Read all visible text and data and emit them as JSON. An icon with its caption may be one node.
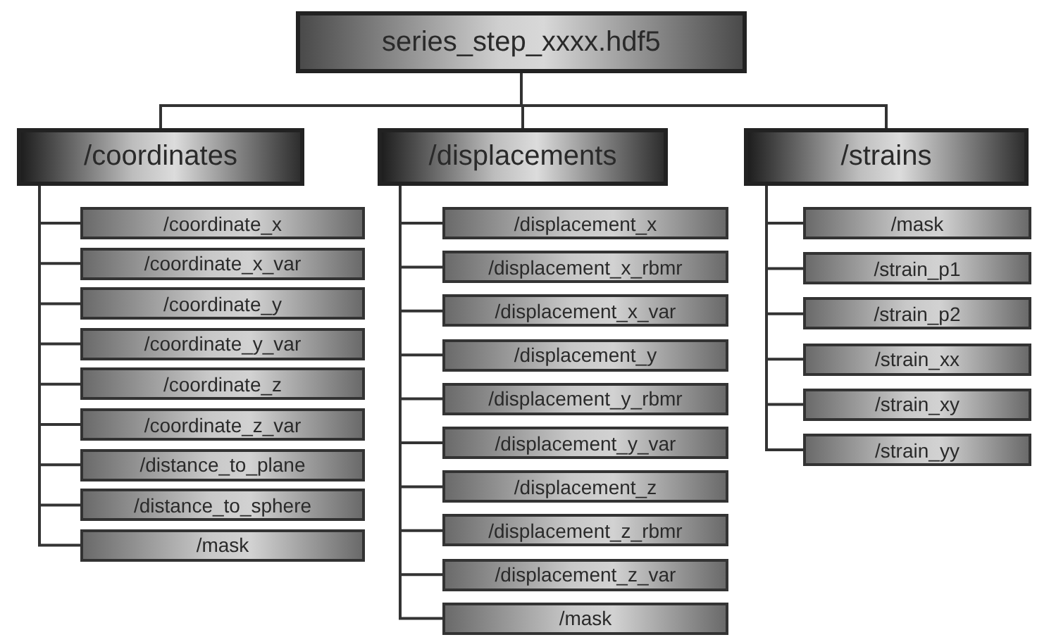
{
  "diagram": {
    "nodes": [
      {
        "text": [
          "series_step_xxxx.hdf5"
        ]
      },
      {
        "text": [
          "/coordinates"
        ]
      },
      {
        "text": [
          "/coordinate_x"
        ]
      },
      {
        "text": [
          "/coordinate_x_var"
        ]
      },
      {
        "text": [
          "/coordinate_y"
        ]
      },
      {
        "text": [
          "/coordinate_y_var"
        ]
      },
      {
        "text": [
          "/coordinate_z"
        ]
      },
      {
        "text": [
          "/coordinate_z_var"
        ]
      },
      {
        "text": [
          "/distance_to_plane"
        ]
      },
      {
        "text": [
          "/distance_to_sphere"
        ]
      },
      {
        "text": [
          "/mask"
        ]
      },
      {
        "text": [
          "/displacements"
        ]
      },
      {
        "text": [
          "/displacement_x"
        ]
      },
      {
        "text": [
          "/displacement_x_rbmr"
        ]
      },
      {
        "text": [
          "/displacement_x_var"
        ]
      },
      {
        "text": [
          "/displacement_y"
        ]
      },
      {
        "text": [
          "/displacement_y_rbmr"
        ]
      },
      {
        "text": [
          "/displacement_y_var"
        ]
      },
      {
        "text": [
          "/displacement_z"
        ]
      },
      {
        "text": [
          "/displacement_z_rbmr"
        ]
      },
      {
        "text": [
          "/displacement_z_var"
        ]
      },
      {
        "text": [
          "/mask"
        ]
      },
      {
        "text": [
          "/strains"
        ]
      },
      {
        "text": [
          "/mask"
        ]
      },
      {
        "text": [
          "/strain_p1"
        ]
      },
      {
        "text": [
          "/strain_p2"
        ]
      },
      {
        "text": [
          "/strain_xx"
        ]
      },
      {
        "text": [
          "/strain_xy"
        ]
      },
      {
        "text": [
          "/strain_yy"
        ]
      }
    ],
    "edges": [
      {
        "from": 0,
        "to": 1,
        "arrow": "none"
      },
      {
        "from": 0,
        "to": 11,
        "arrow": "none"
      },
      {
        "from": 0,
        "to": 22,
        "arrow": "none"
      },
      {
        "from": 1,
        "to": 2,
        "arrow": "none"
      },
      {
        "from": 1,
        "to": 3,
        "arrow": "none"
      },
      {
        "from": 1,
        "to": 4,
        "arrow": "none"
      },
      {
        "from": 1,
        "to": 5,
        "arrow": "none"
      },
      {
        "from": 1,
        "to": 6,
        "arrow": "none"
      },
      {
        "from": 1,
        "to": 7,
        "arrow": "none"
      },
      {
        "from": 1,
        "to": 8,
        "arrow": "none"
      },
      {
        "from": 1,
        "to": 9,
        "arrow": "none"
      },
      {
        "from": 1,
        "to": 10,
        "arrow": "none"
      },
      {
        "from": 11,
        "to": 12,
        "arrow": "none"
      },
      {
        "from": 11,
        "to": 13,
        "arrow": "none"
      },
      {
        "from": 11,
        "to": 14,
        "arrow": "none"
      },
      {
        "from": 11,
        "to": 15,
        "arrow": "none"
      },
      {
        "from": 11,
        "to": 16,
        "arrow": "none"
      },
      {
        "from": 11,
        "to": 17,
        "arrow": "none"
      },
      {
        "from": 11,
        "to": 18,
        "arrow": "none"
      },
      {
        "from": 11,
        "to": 19,
        "arrow": "none"
      },
      {
        "from": 11,
        "to": 20,
        "arrow": "none"
      },
      {
        "from": 11,
        "to": 21,
        "arrow": "none"
      },
      {
        "from": 22,
        "to": 23,
        "arrow": "none"
      },
      {
        "from": 22,
        "to": 24,
        "arrow": "none"
      },
      {
        "from": 22,
        "to": 25,
        "arrow": "none"
      },
      {
        "from": 22,
        "to": 26,
        "arrow": "none"
      },
      {
        "from": 22,
        "to": 27,
        "arrow": "none"
      },
      {
        "from": 22,
        "to": 28,
        "arrow": "none"
      }
    ]
  }
}
